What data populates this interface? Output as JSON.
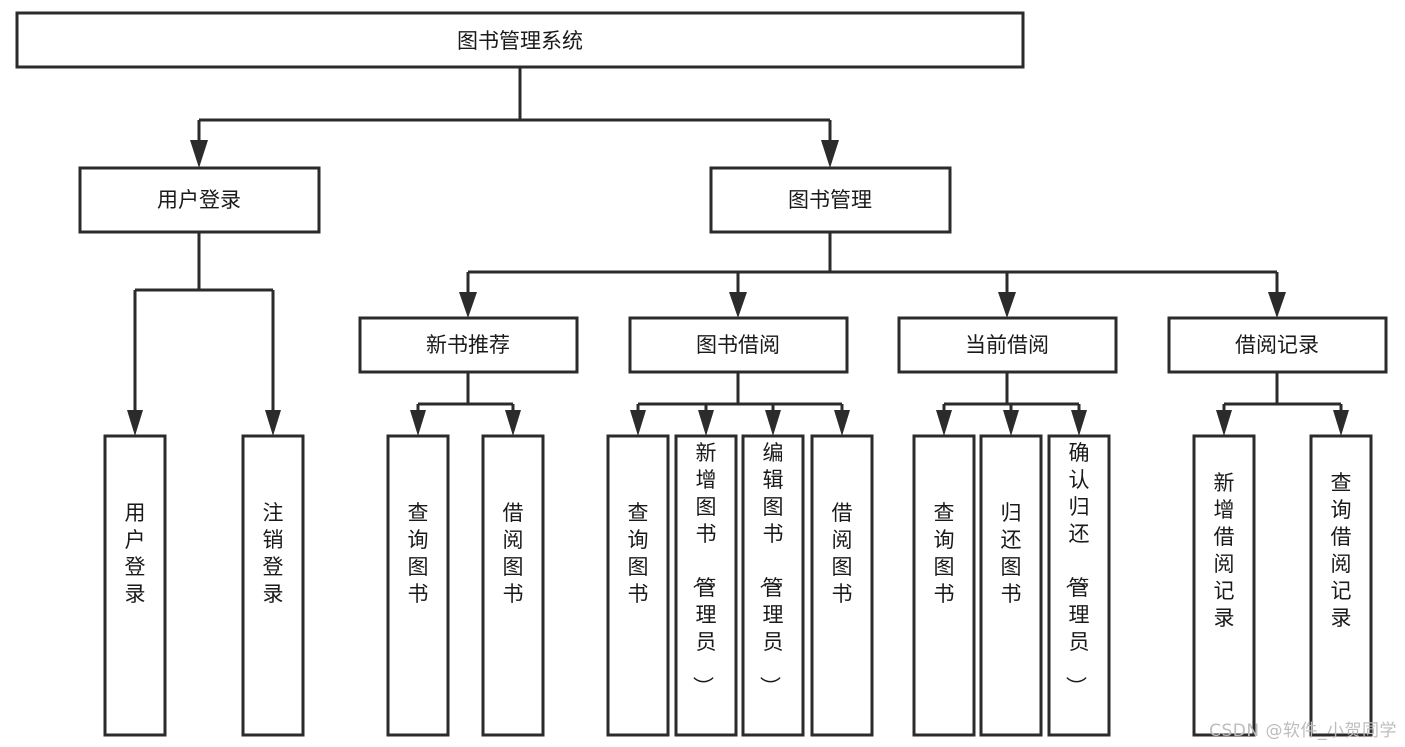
{
  "diagram": {
    "type": "tree-hierarchy",
    "title_text": "图书管理系统",
    "watermark": "CSDN @软件_小贺同学",
    "colors": {
      "box_stroke": "#2b2b2b",
      "box_fill": "#ffffff",
      "text": "#1a1a1a",
      "background": "#ffffff",
      "watermark": "#bdbdbd"
    },
    "levels": {
      "root": {
        "label": "图书管理系统"
      },
      "level2": [
        {
          "label": "用户登录"
        },
        {
          "label": "图书管理"
        }
      ],
      "level3": [
        {
          "label": "新书推荐"
        },
        {
          "label": "图书借阅"
        },
        {
          "label": "当前借阅"
        },
        {
          "label": "借阅记录"
        }
      ],
      "leaves": {
        "user_login": [
          {
            "label": "用户登录"
          },
          {
            "label": "注销登录"
          }
        ],
        "new_book_recommend": [
          {
            "label": "查询图书"
          },
          {
            "label": "借阅图书"
          }
        ],
        "book_borrow": [
          {
            "label": "查询图书"
          },
          {
            "label": "新增图书（管理员）"
          },
          {
            "label": "编辑图书（管理员）"
          },
          {
            "label": "借阅图书"
          }
        ],
        "current_borrow": [
          {
            "label": "查询图书"
          },
          {
            "label": "归还图书"
          },
          {
            "label": "确认归还（管理员）"
          }
        ],
        "borrow_record": [
          {
            "label": "新增借阅记录"
          },
          {
            "label": "查询借阅记录"
          }
        ]
      }
    }
  }
}
